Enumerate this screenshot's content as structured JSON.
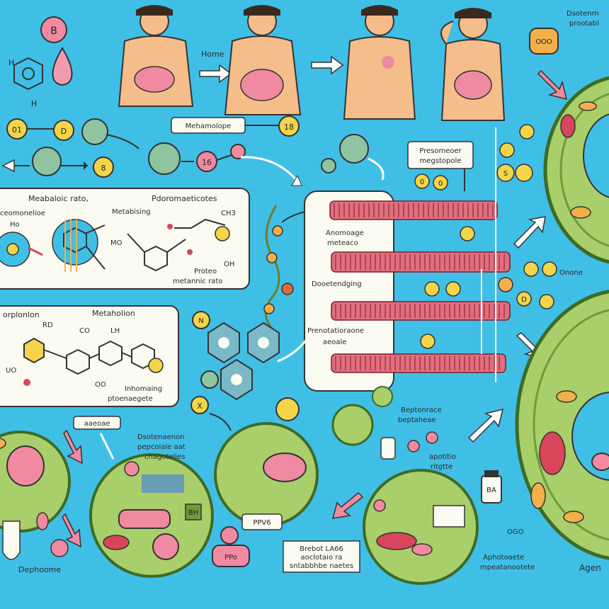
{
  "top_strip": {
    "home_label": "Home",
    "top_right_title_line1": "Dsotenrn",
    "top_right_title_line2": "prootabl",
    "bubble_b": "B",
    "bubble_top_right": "OOO",
    "methamolope_label": "Mehamolope",
    "bubble_18": "18",
    "bubble_01": "01",
    "bubble_d": "D",
    "bubble_8": "8",
    "bubble_16": "16",
    "chem_h1": "H",
    "chem_h2": "H"
  },
  "left_box_1": {
    "title_a": "Meabaloic rato,",
    "title_b": "Pdoromaeticotes",
    "sub_a": "ceomonelioe",
    "sub_b": "Metabising",
    "ho": "Ho",
    "mo": "MO",
    "ch3": "CH3",
    "oh": "OH",
    "proto": "Proteo",
    "meta_rate": "metannic rato"
  },
  "left_box_2": {
    "title_a": "orplonlon",
    "title_b": "Metaholion",
    "rd": "RD",
    "co": "CO",
    "lh": "LH",
    "uo": "UO",
    "oo": "OO",
    "foot_a": "Inhomaing",
    "foot_b": "ptoenaegete"
  },
  "center_panel": {
    "header_line1": "Presomeoer",
    "header_line2": "megstopole",
    "row1_a": "Anomoage",
    "row1_b": "meteaco",
    "row2": "Dooetendging",
    "row3_a": "Prenotatioraone",
    "row3_b": "aeoale",
    "bubble_r1": "0",
    "bubble_r2": "0",
    "bubble_s": "S",
    "bubble_dd": "D"
  },
  "bottom": {
    "label_aaeoae": "aaeoae",
    "label_dsot_a": "Dsotenaenon",
    "label_dsot_b": "pepcoiale aat",
    "label_dsot_c": "chagotelies",
    "label_deph": "Dephoome",
    "ppvo": "PPV6",
    "ppo": "PPo",
    "bh": "BH",
    "label_bepl_a": "Beptonrace",
    "label_bepl_b": "beptaheae",
    "label_apt_a": "apotitio",
    "label_apt_b": "ritgtte",
    "label_bre_a": "Brebot LA66",
    "label_bre_b": "aoclotaio ra",
    "label_bre_c": "sntabbhbe naetes",
    "label_aph_a": "Aphotoaete",
    "label_aph_b": "mpeatanootete",
    "label_ogo": "OGO",
    "label_agen": "Agen",
    "label_onone": "Onone",
    "jar_label": "BA",
    "x_badge": "X",
    "n_badge": "N"
  },
  "colors": {
    "background": "#3fbfe6",
    "cell_fill": "#a9cf6a",
    "cell_border": "#3d6b26",
    "bubble_yellow": "#f4d54a",
    "bubble_pink": "#f08aa0",
    "membrane_red": "#d9455a",
    "panel_white": "#fbfbf2"
  }
}
